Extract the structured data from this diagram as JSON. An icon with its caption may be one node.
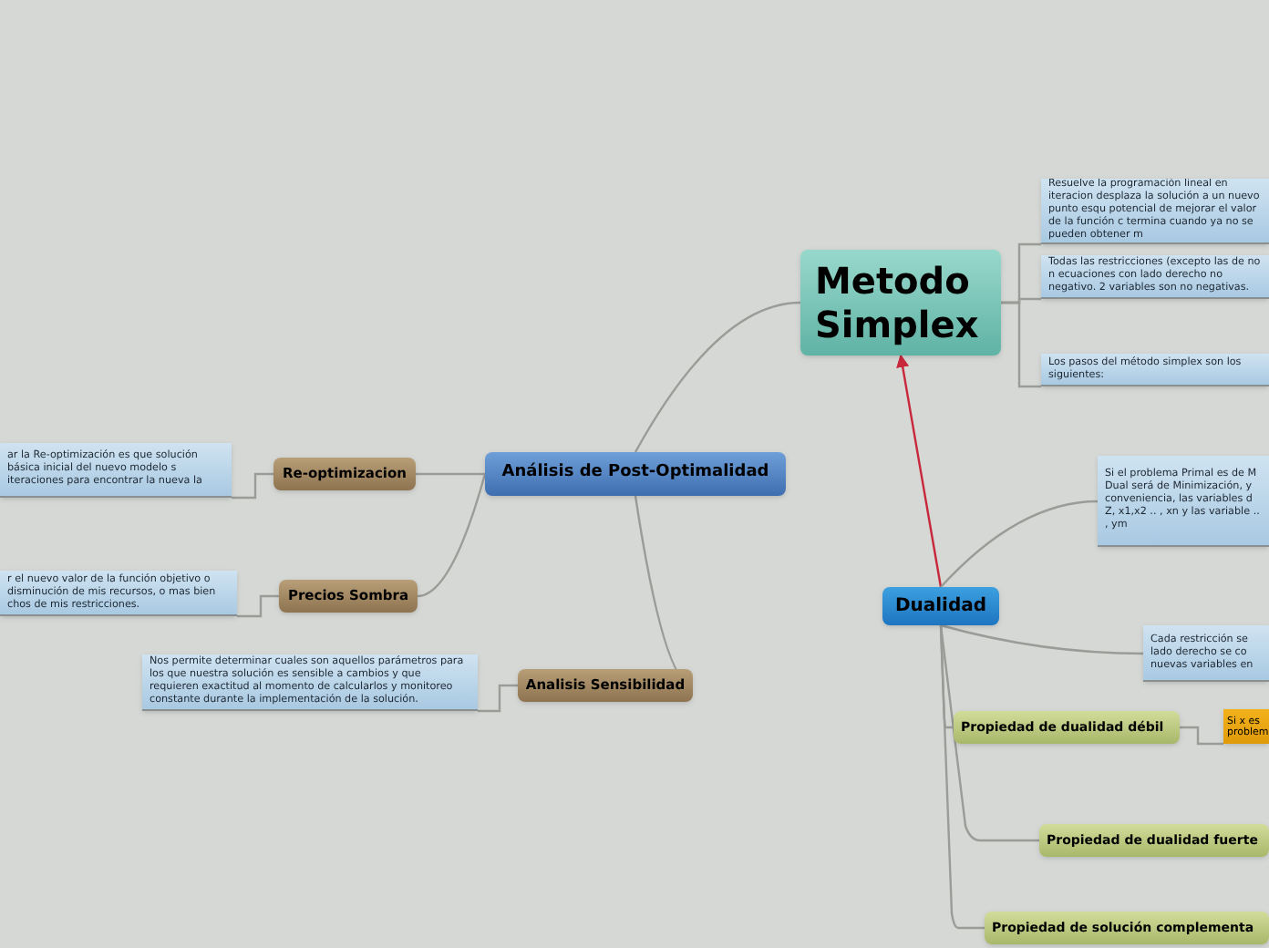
{
  "diagram": {
    "nodes": [
      {
        "text": [
          "Metodo Simplex"
        ]
      },
      {
        "text": [
          "Resuelve la programación lineal en iteracion desplaza la solución a un nuevo punto esqu potencial de mejorar el valor de la función c termina cuando ya no se pueden obtener m"
        ]
      },
      {
        "text": [
          "Todas las restricciones (excepto las de no n ecuaciones con lado derecho no negativo. 2 variables son no negativas."
        ]
      },
      {
        "text": [
          "Los pasos del método simplex son los siguientes:"
        ]
      },
      {
        "text": [
          "Análisis de Post-Optimalidad"
        ]
      },
      {
        "text": [
          "Re-optimizacion"
        ]
      },
      {
        "text": [
          "ar la Re-optimización es que solución básica inicial del nuevo modelo s iteraciones para encontrar la nueva la"
        ]
      },
      {
        "text": [
          "Precios Sombra"
        ]
      },
      {
        "text": [
          "r el nuevo valor de la función objetivo o disminución de mis recursos, o mas bien chos de mis restricciones."
        ]
      },
      {
        "text": [
          "Analisis Sensibilidad"
        ]
      },
      {
        "text": [
          "Nos permite determinar cuales son aquellos parámetros para los que nuestra solución es sensible a cambios y que requieren exactitud al momento de calcularlos y monitoreo constante durante la implementación de la solución."
        ]
      },
      {
        "text": [
          "Dualidad"
        ]
      },
      {
        "text": [
          "Si el problema Primal es de M Dual será de Minimización, y conveniencia, las variables d Z, x1,x2 .. , xn y las variable .. , ym"
        ]
      },
      {
        "text": [
          "Cada restricción se lado derecho se co nuevas variables en"
        ]
      },
      {
        "text": [
          "Propiedad de dualidad débil"
        ]
      },
      {
        "text": [
          "Si x es problem"
        ]
      },
      {
        "text": [
          "Propiedad de dualidad fuerte"
        ]
      },
      {
        "text": [
          "Propiedad de solución complementa"
        ]
      }
    ],
    "edges": [
      {
        "from": 0,
        "to": 1,
        "arrow": "none"
      },
      {
        "from": 0,
        "to": 2,
        "arrow": "none"
      },
      {
        "from": 0,
        "to": 3,
        "arrow": "none"
      },
      {
        "from": 4,
        "to": 0,
        "arrow": "none"
      },
      {
        "from": 4,
        "to": 5,
        "arrow": "none"
      },
      {
        "from": 5,
        "to": 6,
        "arrow": "none"
      },
      {
        "from": 4,
        "to": 7,
        "arrow": "none"
      },
      {
        "from": 7,
        "to": 8,
        "arrow": "none"
      },
      {
        "from": 4,
        "to": 9,
        "arrow": "none"
      },
      {
        "from": 9,
        "to": 10,
        "arrow": "none"
      },
      {
        "from": 11,
        "to": 0,
        "arrow": "to",
        "color": "#c8283c"
      },
      {
        "from": 11,
        "to": 12,
        "arrow": "none"
      },
      {
        "from": 11,
        "to": 13,
        "arrow": "none"
      },
      {
        "from": 11,
        "to": 14,
        "arrow": "none"
      },
      {
        "from": 14,
        "to": 15,
        "arrow": "none"
      },
      {
        "from": 11,
        "to": 16,
        "arrow": "none"
      },
      {
        "from": 11,
        "to": 17,
        "arrow": "none"
      }
    ]
  }
}
